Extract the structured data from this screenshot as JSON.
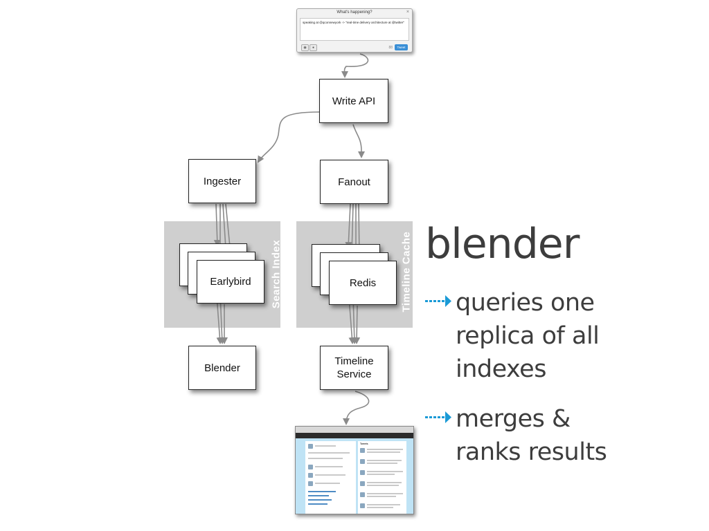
{
  "dialog": {
    "title": "What's happening?",
    "close": "×",
    "text": "speaking at @qconnewyork -> \"real-time delivery architecture at @twitter\"",
    "count": "88",
    "tweet_label": "Tweet"
  },
  "nodes": {
    "write_api": "Write API",
    "ingester": "Ingester",
    "fanout": "Fanout",
    "earlybird": "Earlybird",
    "redis": "Redis",
    "blender": "Blender",
    "timeline_service": "Timeline\nService"
  },
  "groups": {
    "search_index": "Search Index",
    "timeline_cache": "Timeline Cache"
  },
  "heading": "blender",
  "bullets": [
    "queries one\nreplica of all\nindexes",
    "merges &\nranks results"
  ],
  "colors": {
    "accent": "#1a9ad6",
    "text": "#3d3d3d",
    "panel": "#cfcfcf",
    "arrow": "#8a8a8a"
  },
  "screenshot": {
    "section": "Tweets"
  }
}
